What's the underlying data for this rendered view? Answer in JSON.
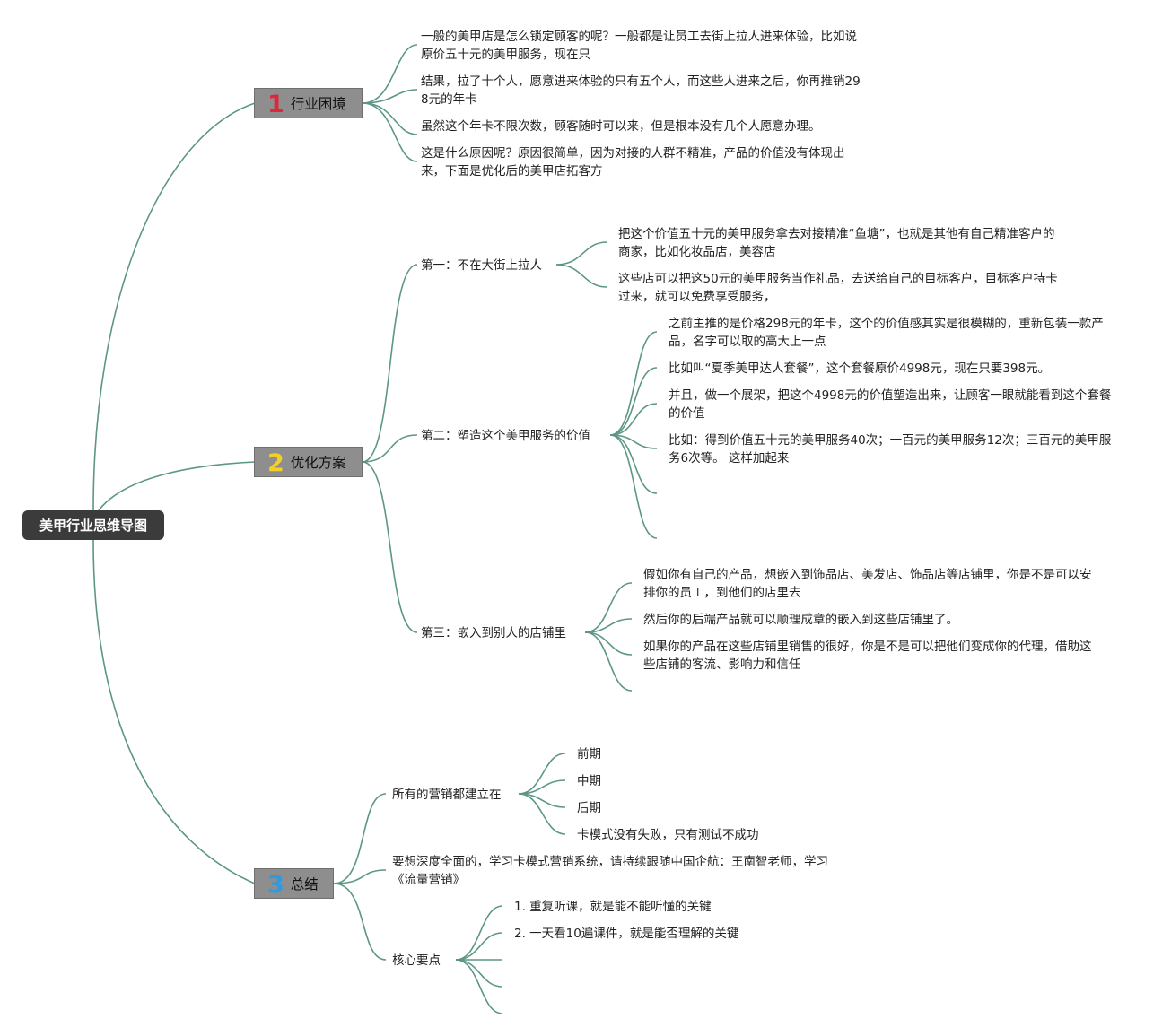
{
  "root": {
    "label": "美甲行业思维导图"
  },
  "branches": [
    {
      "num": "1",
      "label": "行业困境",
      "items": [
        "一般的美甲店是怎么锁定顾客的呢？一般都是让员工去街上拉人进来体验，比如说原价五十元的美甲服务，现在只",
        "结果，拉了十个人，愿意进来体验的只有五个人，而这些人进来之后，你再推销298元的年卡",
        "虽然这个年卡不限次数，顾客随时可以来，但是根本没有几个人愿意办理。",
        "这是什么原因呢？原因很简单，因为对接的人群不精准，产品的价值没有体现出来，下面是优化后的美甲店拓客方"
      ]
    },
    {
      "num": "2",
      "label": "优化方案",
      "subs": [
        {
          "label": "第一：不在大街上拉人",
          "items": [
            "把这个价值五十元的美甲服务拿去对接精准“鱼塘”，也就是其他有自己精准客户的商家，比如化妆品店，美容店",
            "这些店可以把这50元的美甲服务当作礼品，去送给自己的目标客户，目标客户持卡过来，就可以免费享受服务，"
          ]
        },
        {
          "label": "第二：塑造这个美甲服务的价值",
          "items": [
            "之前主推的是价格298元的年卡，这个的价值感其实是很模糊的，重新包装一款产品，名字可以取的高大上一点",
            "比如叫“夏季美甲达人套餐”，这个套餐原价4998元，现在只要398元。",
            "并且，做一个展架，把这个4998元的价值塑造出来，让顾客一眼就能看到这个套餐的价值",
            "比如：得到价值五十元的美甲服务40次；一百元的美甲服务12次；三百元的美甲服务6次等。 这样加起来"
          ]
        },
        {
          "label": "第三：嵌入到别人的店铺里",
          "items": [
            "假如你有自己的产品，想嵌入到饰品店、美发店、饰品店等店铺里，你是不是可以安排你的员工，到他们的店里去",
            "然后你的后端产品就可以顺理成章的嵌入到这些店铺里了。",
            "如果你的产品在这些店铺里销售的很好，你是不是可以把他们变成你的代理，借助这些店铺的客流、影响力和信任"
          ]
        }
      ]
    },
    {
      "num": "3",
      "label": "总结",
      "subs": [
        {
          "label": "所有的营销都建立在",
          "items": [
            "前期",
            "中期",
            "后期",
            "卡模式没有失败，只有测试不成功"
          ]
        },
        {
          "label": "要想深度全面的，学习卡模式营销系统，请持续跟随中国企航：王南智老师，学习《流量营销》",
          "items": []
        },
        {
          "label": "核心要点",
          "items": [
            "1. 重复听课，就是能不能听懂的关键",
            "2. 一天看10遍课件，就是能否理解的关键"
          ]
        }
      ]
    }
  ],
  "colors": {
    "connector": "#5c9686",
    "root_bg": "#3b3b3b",
    "branch_bg": "#8e8e8e",
    "num1": "#e0263c",
    "num2": "#f2cf2a",
    "num3": "#2e9be0"
  }
}
